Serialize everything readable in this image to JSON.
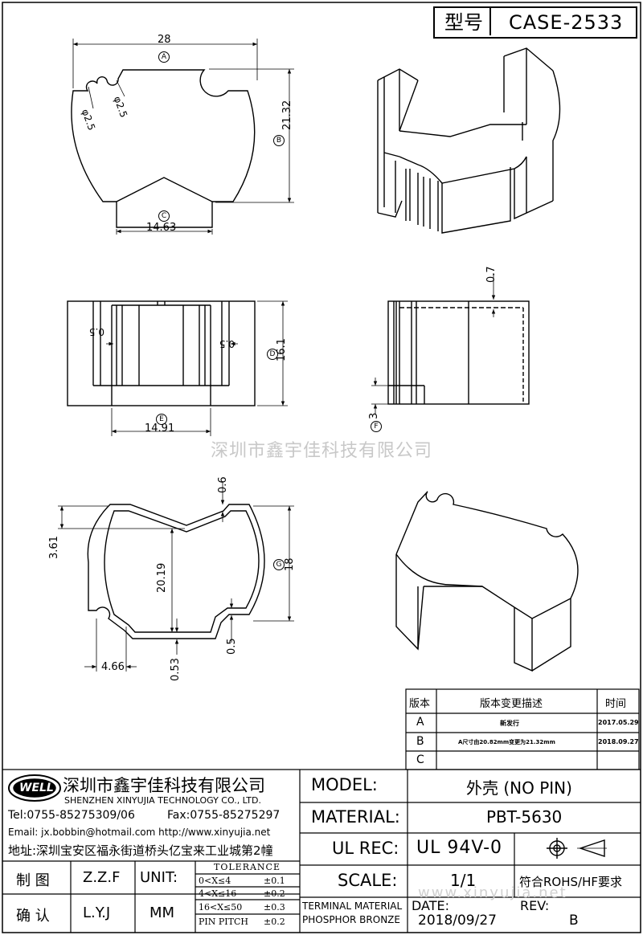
{
  "header": {
    "type_label": "型号",
    "case_no": "CASE-2533"
  },
  "dims": {
    "top_width": "28",
    "top_height": "21.32",
    "top_bottom": "14.63",
    "phi1": "φ2.5",
    "phi2": "φ2.5",
    "front_width": "14.91",
    "front_height": "16.1",
    "front_r1": "0.5",
    "front_r2": "0.5",
    "side_top": "0.7",
    "side_bottom": "3",
    "sec_gap_top": "0.6",
    "sec_left": "3.61",
    "sec_inner": "20.19",
    "sec_height": "18",
    "sec_bottom_left": "4.66",
    "sec_b1": "0.53",
    "sec_b2": "0.5"
  },
  "markers": [
    "A",
    "B",
    "C",
    "D",
    "E",
    "F",
    "G"
  ],
  "watermark": "深圳市鑫宇佳科技有限公司",
  "watermark2": "www.xinyujia.net",
  "revision": {
    "headers": [
      "版本",
      "版本变更描述",
      "时间"
    ],
    "rows": [
      {
        "ver": "A",
        "desc": "新发行",
        "date": "2017.05.29"
      },
      {
        "ver": "B",
        "desc": "A尺寸由20.82mm变更为21.32mm",
        "date": "2018.09.27"
      },
      {
        "ver": "C",
        "desc": "",
        "date": ""
      }
    ]
  },
  "company": {
    "logo": "WELL",
    "name_cn": "深圳市鑫宇佳科技有限公司",
    "name_en": "SHENZHEN XINYUJIA TECHNOLOGY CO., LTD.",
    "tel": "Tel:0755-85275309/06",
    "fax": "Fax:0755-85275297",
    "email": "Email: jx.bobbin@hotmail.com http://www.xinyujia.net",
    "address": "地址:深圳宝安区福永街道桥头亿宝来工业城第2幢"
  },
  "signoff": {
    "draw_label": "制 图",
    "draw_name": "Z.Z.F",
    "check_label": "确 认",
    "check_name": "L.Y.J",
    "unit_label": "UNIT:",
    "unit_value": "MM"
  },
  "tolerance": {
    "title": "TOLERANCE",
    "rows": [
      {
        "range": "0<X≤4",
        "tol": "±0.1"
      },
      {
        "range": "4<X≤16",
        "tol": "±0.2"
      },
      {
        "range": "16<X≤50",
        "tol": "±0.3"
      },
      {
        "range": "PIN PITCH",
        "tol": "±0.2"
      }
    ]
  },
  "spec": {
    "model_label": "MODEL:",
    "model_value": "外壳 (NO PIN)",
    "material_label": "MATERIAL:",
    "material_value": "PBT-5630",
    "ulrec_label": "UL REC:",
    "ulrec_value": "UL 94V-0",
    "scale_label": "SCALE:",
    "scale_value": "1/1",
    "rohs": "符合ROHS/HF要求",
    "terminal_1": "TERMINAL MATERIAL",
    "terminal_2": "PHOSPHOR BRONZE",
    "date_label": "DATE:",
    "date_value": "2018/09/27",
    "rev_label": "REV:",
    "rev_value": "B"
  }
}
